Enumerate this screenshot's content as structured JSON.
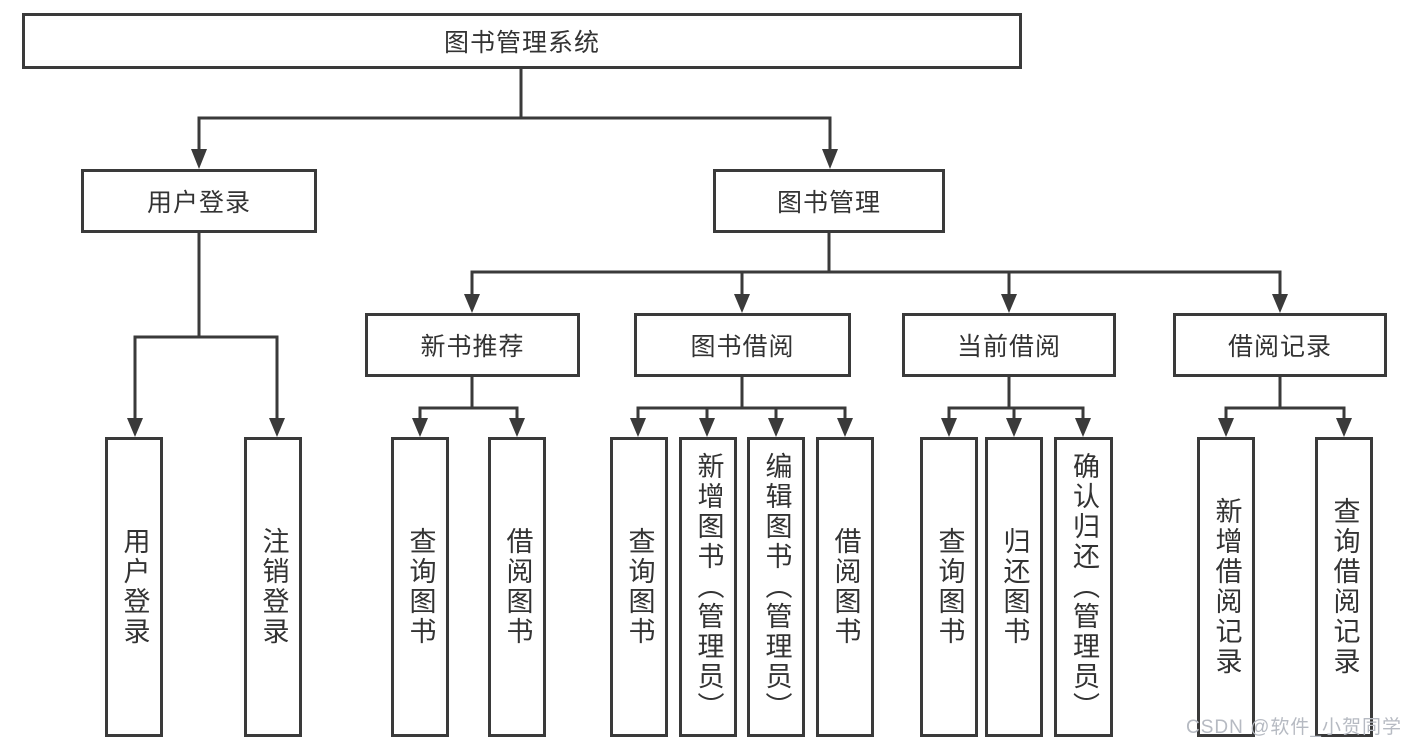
{
  "colors": {
    "line": "#3a3a3a",
    "box_border": "#3a3a3a",
    "text": "#333333",
    "background": "#ffffff",
    "watermark": "#b6bac2"
  },
  "watermark": "CSDN @软件_小贺同学",
  "tree": {
    "label": "图书管理系统",
    "children": [
      {
        "label": "用户登录",
        "children": [
          {
            "label": "用户登录"
          },
          {
            "label": "注销登录"
          }
        ]
      },
      {
        "label": "图书管理",
        "children": [
          {
            "label": "新书推荐",
            "children": [
              {
                "label": "查询图书"
              },
              {
                "label": "借阅图书"
              }
            ]
          },
          {
            "label": "图书借阅",
            "children": [
              {
                "label": "查询图书"
              },
              {
                "label": "新增图书（管理员）"
              },
              {
                "label": "编辑图书（管理员）"
              },
              {
                "label": "借阅图书"
              }
            ]
          },
          {
            "label": "当前借阅",
            "children": [
              {
                "label": "查询图书"
              },
              {
                "label": "归还图书"
              },
              {
                "label": "确认归还（管理员）"
              }
            ]
          },
          {
            "label": "借阅记录",
            "children": [
              {
                "label": "新增借阅记录"
              },
              {
                "label": "查询借阅记录"
              }
            ]
          }
        ]
      }
    ]
  }
}
